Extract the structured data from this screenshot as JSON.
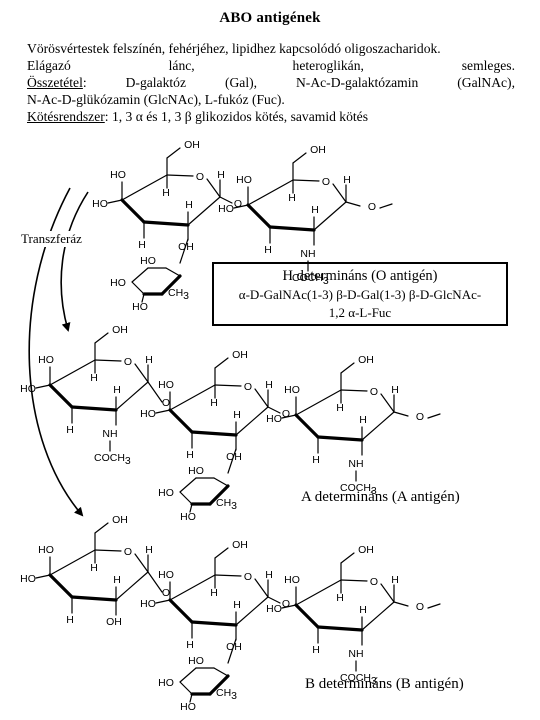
{
  "title": "ABO antigének",
  "intro": {
    "line1": "Vörösvértestek felszínén, fehérjéhez, lipidhez kapcsolódó oligoszacharidok.",
    "line2_words": [
      "Elágazó",
      "lánc,",
      "heteroglikán,",
      "semleges."
    ],
    "composition_label": "Összetétel",
    "composition_rest": ": D-galaktóz (Gal), N-Ac-D-galaktózamin (GalNAc),",
    "line4": "N-Ac-D-glükózamin (GlcNAc), L-fukóz (Fuc).",
    "bond_label": "Kötésrendszer",
    "bond_rest": ": 1, 3 α és 1, 3 β glikozidos kötés, savamid kötés"
  },
  "transferase_label": "Transzferáz",
  "h_box": {
    "title": "H determináns (O antigén)",
    "formula_line1": "α-D-GalNAc(1-3) β-D-Gal(1-3) β-D-GlcNAc-",
    "formula_line2": "1,2 α-L-Fuc"
  },
  "a_label": "A determináns (A antigén)",
  "b_label": "B determináns (B antigén)",
  "atoms": {
    "HO": "HO",
    "OH": "OH",
    "H": "H",
    "O": "O",
    "CH": "CH",
    "three": "3",
    "NH": "NH",
    "COCH": "COCH"
  }
}
